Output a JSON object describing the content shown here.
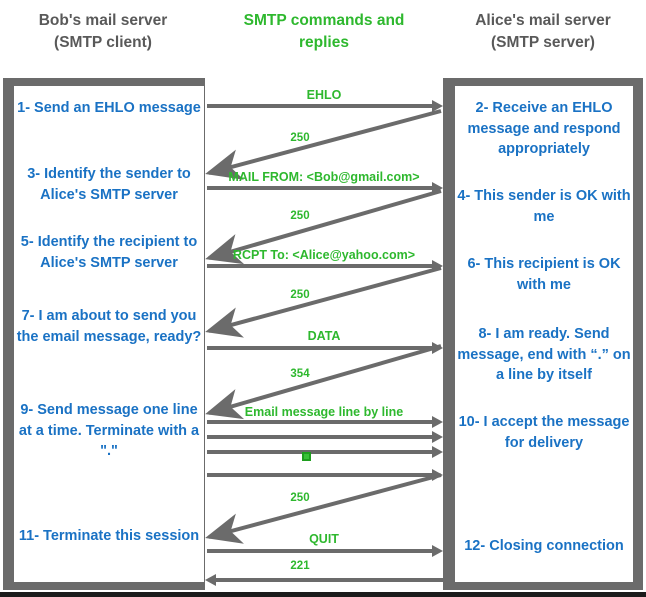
{
  "headers": {
    "left": {
      "line1": "Bob's mail server",
      "line2": "(SMTP client)",
      "color": "#595959"
    },
    "middle": {
      "line1": "SMTP commands and",
      "line2": "replies",
      "color": "#2eb82e"
    },
    "right": {
      "line1": "Alice's mail server",
      "line2": "(SMTP server)",
      "color": "#595959"
    }
  },
  "colors": {
    "frame_gray": "#6b6b6b",
    "step_blue": "#1a72c4",
    "label_green": "#2eb82e",
    "header_gray": "#595959",
    "panel_white": "#ffffff"
  },
  "client_steps": [
    {
      "id": "step-1",
      "text": "1- Send an EHLO message"
    },
    {
      "id": "step-3",
      "text": "3- Identify the sender to Alice's SMTP server"
    },
    {
      "id": "step-5",
      "text": "5- Identify the recipient to Alice's SMTP server"
    },
    {
      "id": "step-7",
      "text": "7- I am about to send you the email message, ready?"
    },
    {
      "id": "step-9",
      "text": "9- Send message one line at a time. Terminate with a \".\""
    },
    {
      "id": "step-11",
      "text": "11- Terminate this session"
    }
  ],
  "server_steps": [
    {
      "id": "step-2",
      "text": "2- Receive an EHLO message and respond appropriately"
    },
    {
      "id": "step-4",
      "text": "4- This sender is OK with me"
    },
    {
      "id": "step-6",
      "text": "6- This recipient is OK with me"
    },
    {
      "id": "step-8",
      "text": "8-  I am ready. Send message, end with “.” on a line by itself"
    },
    {
      "id": "step-10",
      "text": "10-  I accept the message for delivery"
    },
    {
      "id": "step-12",
      "text": "12-  Closing connection"
    }
  ],
  "messages": [
    {
      "id": "msg-ehlo",
      "label": "EHLO",
      "direction": "client-to-server",
      "kind": "command"
    },
    {
      "id": "reply-250-a",
      "label": "250",
      "direction": "server-to-client",
      "kind": "reply"
    },
    {
      "id": "msg-mail-from",
      "label": "MAIL FROM: <Bob@gmail.com>",
      "direction": "client-to-server",
      "kind": "command"
    },
    {
      "id": "reply-250-b",
      "label": "250",
      "direction": "server-to-client",
      "kind": "reply"
    },
    {
      "id": "msg-rcpt-to",
      "label": "RCPT To: <Alice@yahoo.com>",
      "direction": "client-to-server",
      "kind": "command"
    },
    {
      "id": "reply-250-c",
      "label": "250",
      "direction": "server-to-client",
      "kind": "reply"
    },
    {
      "id": "msg-data",
      "label": "DATA",
      "direction": "client-to-server",
      "kind": "command"
    },
    {
      "id": "reply-354",
      "label": "354",
      "direction": "server-to-client",
      "kind": "reply"
    },
    {
      "id": "msg-body",
      "label": "Email message line by line",
      "direction": "client-to-server",
      "kind": "command"
    },
    {
      "id": "msg-body-2",
      "label": "",
      "direction": "client-to-server",
      "kind": "command"
    },
    {
      "id": "msg-body-3",
      "label": "",
      "direction": "client-to-server",
      "kind": "command"
    },
    {
      "id": "msg-terminator",
      "label": "",
      "direction": "client-to-server",
      "kind": "command"
    },
    {
      "id": "reply-250-d",
      "label": "250",
      "direction": "server-to-client",
      "kind": "reply"
    },
    {
      "id": "msg-quit",
      "label": "QUIT",
      "direction": "client-to-server",
      "kind": "command"
    },
    {
      "id": "reply-221",
      "label": "221",
      "direction": "server-to-client",
      "kind": "reply"
    }
  ]
}
